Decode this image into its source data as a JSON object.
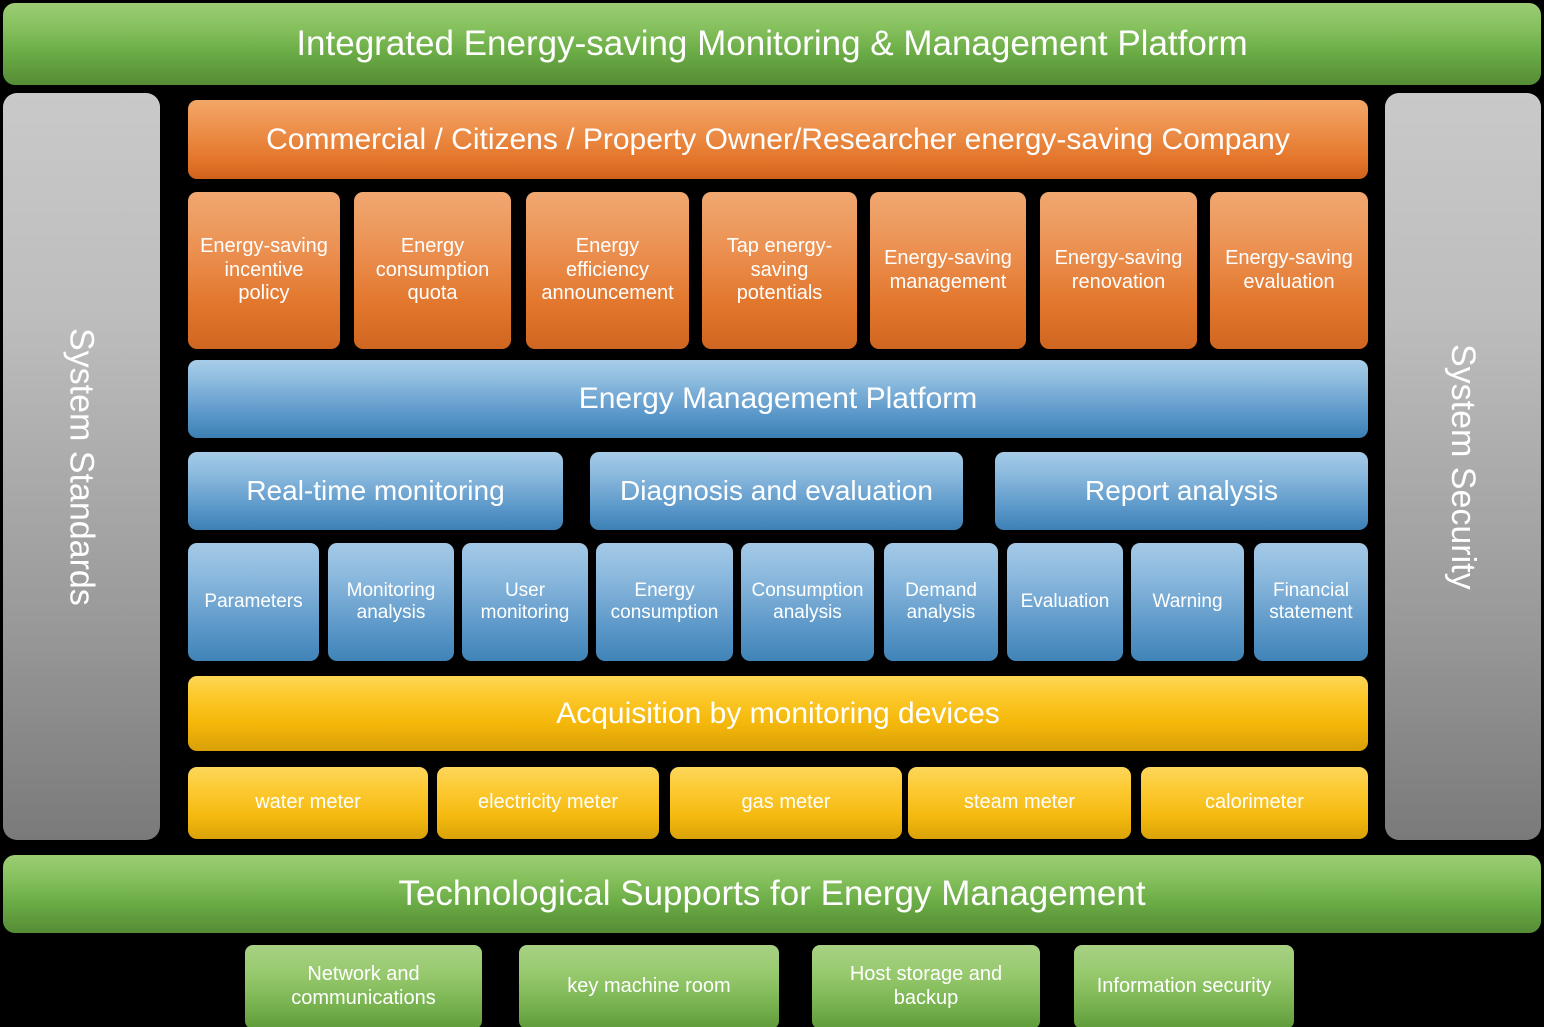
{
  "diagram": {
    "title": "Integrated Energy-saving Monitoring & Management Platform",
    "bottom_banner": "Technological Supports for Energy Management"
  },
  "side_panels": {
    "left": "System Standards",
    "right": "System Security"
  },
  "stakeholder_banner": "Commercial / Citizens / Property Owner/Researcher energy-saving Company",
  "policy_items": [
    "Energy-saving\nincentive\npolicy",
    "Energy\nconsumption\nquota",
    "Energy\nefficiency\nannouncement",
    "Tap energy-\nsaving\npotentials",
    "Energy-saving\nmanagement",
    "Energy-saving\nrenovation",
    "Energy-saving\nevaluation"
  ],
  "platform_banner": "Energy Management Platform",
  "platform_functions": [
    "Real-time monitoring",
    "Diagnosis and evaluation",
    "Report analysis"
  ],
  "function_details": [
    "Parameters",
    "Monitoring\nanalysis",
    "User\nmonitoring",
    "Energy\nconsumption",
    "Consumption\nanalysis",
    "Demand\nanalysis",
    "Evaluation",
    "Warning",
    "Financial\nstatement"
  ],
  "acquisition_banner": "Acquisition by monitoring devices",
  "devices": [
    "water meter",
    "electricity meter",
    "gas meter",
    "steam meter",
    "calorimeter"
  ],
  "tech_supports": [
    "Network and\ncommunications",
    "key machine room",
    "Host storage and\nbackup",
    "Information security"
  ],
  "colors": {
    "background": "#000000",
    "green": "#7ab24b",
    "orange": "#e4762b",
    "blue": "#5a97c9",
    "yellow": "#f5b80a",
    "gray": "#9a9a9a",
    "text": "#ffffff"
  }
}
